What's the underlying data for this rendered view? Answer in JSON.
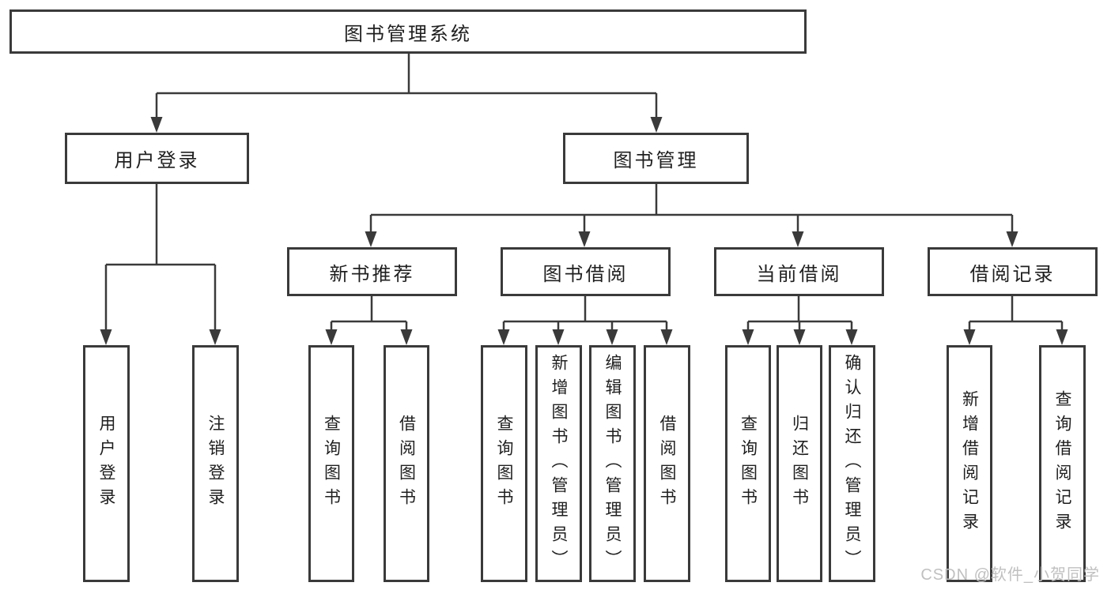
{
  "diagram_type": "functional-structure-tree",
  "tree": {
    "label": "图书管理系统",
    "children": [
      {
        "label": "用户登录",
        "children": [
          {
            "label": "用户登录"
          },
          {
            "label": "注销登录"
          }
        ]
      },
      {
        "label": "图书管理",
        "children": [
          {
            "label": "新书推荐",
            "children": [
              {
                "label": "查询图书"
              },
              {
                "label": "借阅图书"
              }
            ]
          },
          {
            "label": "图书借阅",
            "children": [
              {
                "label": "查询图书"
              },
              {
                "label": "新增图书（管理员）"
              },
              {
                "label": "编辑图书（管理员）"
              },
              {
                "label": "借阅图书"
              }
            ]
          },
          {
            "label": "当前借阅",
            "children": [
              {
                "label": "查询图书"
              },
              {
                "label": "归还图书"
              },
              {
                "label": "确认归还（管理员）"
              }
            ]
          },
          {
            "label": "借阅记录",
            "children": [
              {
                "label": "新增借阅记录"
              },
              {
                "label": "查询借阅记录"
              }
            ]
          }
        ]
      }
    ]
  },
  "watermark": "CSDN @软件_小贺同学",
  "colors": {
    "line": "#3a3a3a",
    "text": "#1f1f1f",
    "background": "#ffffff",
    "watermark": "#c0c0c0"
  }
}
